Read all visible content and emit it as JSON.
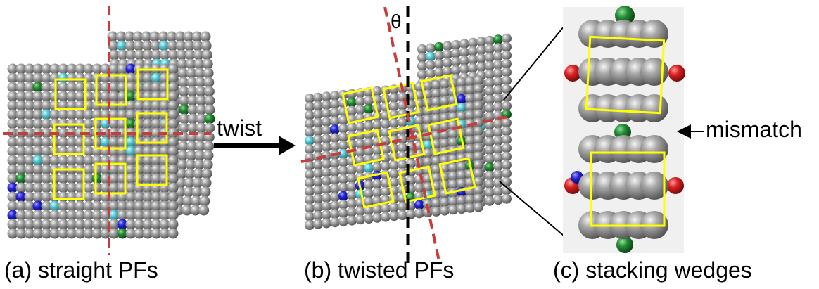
{
  "colors": {
    "atom": "#8c8c8c",
    "atom_highlight": "#dcdcdc",
    "atom_dark": "#4a4a4a",
    "box": "#ffff00",
    "axis_red": "#c83c3c",
    "axis_black": "#000000",
    "oxygen": "#cc1111",
    "nitrogen": "#1a1acc",
    "chlorine": "#1f7a2c",
    "hydrogen": "#55c8d2"
  },
  "panels": {
    "a": {
      "caption": "(a) straight PFs"
    },
    "b": {
      "caption": "(b) twisted PFs",
      "angle_label": "θ"
    },
    "c": {
      "caption": "(c) stacking wedges",
      "annotation": "mismatch"
    }
  },
  "arrow": {
    "label": "twist"
  }
}
